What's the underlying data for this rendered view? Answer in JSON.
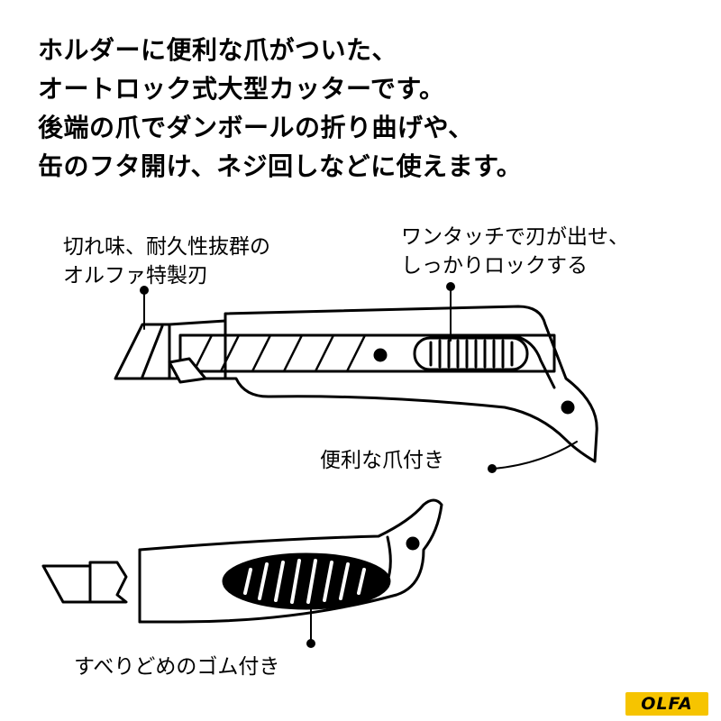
{
  "intro": {
    "lines": [
      "ホルダーに便利な爪がついた、",
      "オートロック式大型カッターです。",
      "後端の爪でダンボールの折り曲げや、",
      "缶のフタ開け、ネジ回しなどに使えます。"
    ]
  },
  "callouts": {
    "blade": [
      "切れ味、耐久性抜群の",
      "オルファ特製刃"
    ],
    "lock": [
      "ワンタッチで刃が出せ、",
      "しっかりロックする"
    ],
    "claw": "便利な爪付き",
    "grip": "すべりどめのゴム付き"
  },
  "logo": {
    "text": "OLFA",
    "background": "#f6c400",
    "text_color": "#000000"
  },
  "colors": {
    "line": "#000000",
    "background": "#ffffff"
  }
}
